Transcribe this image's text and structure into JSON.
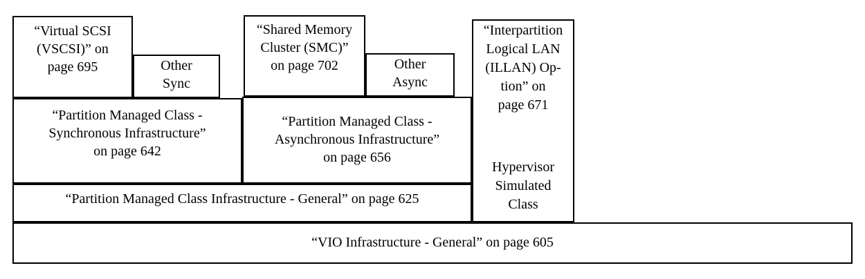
{
  "diagram": {
    "colors": {
      "background": "#ffffff",
      "border": "#000000",
      "text": "#000000"
    },
    "boxes": {
      "vscsi": {
        "lines": [
          "“Virtual SCSI",
          "(VSCSI)” on",
          "page 695"
        ]
      },
      "other_sync": {
        "lines": [
          "Other",
          "Sync"
        ]
      },
      "smc": {
        "lines": [
          "“Shared Memory",
          "Cluster (SMC)”",
          "on page 702"
        ]
      },
      "other_async": {
        "lines": [
          "Other",
          "Async"
        ]
      },
      "illan": {
        "lines": [
          "“Interpartition",
          "Logical LAN",
          "(ILLAN) Op-",
          "tion” on",
          "page 671"
        ]
      },
      "hypervisor": {
        "lines": [
          "Hypervisor",
          "Simulated",
          "Class"
        ]
      },
      "sync_infra": {
        "lines": [
          "“Partition Managed Class -",
          "Synchronous Infrastructure”",
          "on page 642"
        ]
      },
      "async_infra": {
        "lines": [
          "“Partition Managed Class -",
          "Asynchronous Infrastructure”",
          "on page 656"
        ]
      },
      "pmc_general": {
        "label": "“Partition Managed Class Infrastructure - General” on page 625"
      },
      "vio_general": {
        "label": "“VIO Infrastructure - General” on page 605"
      }
    }
  }
}
